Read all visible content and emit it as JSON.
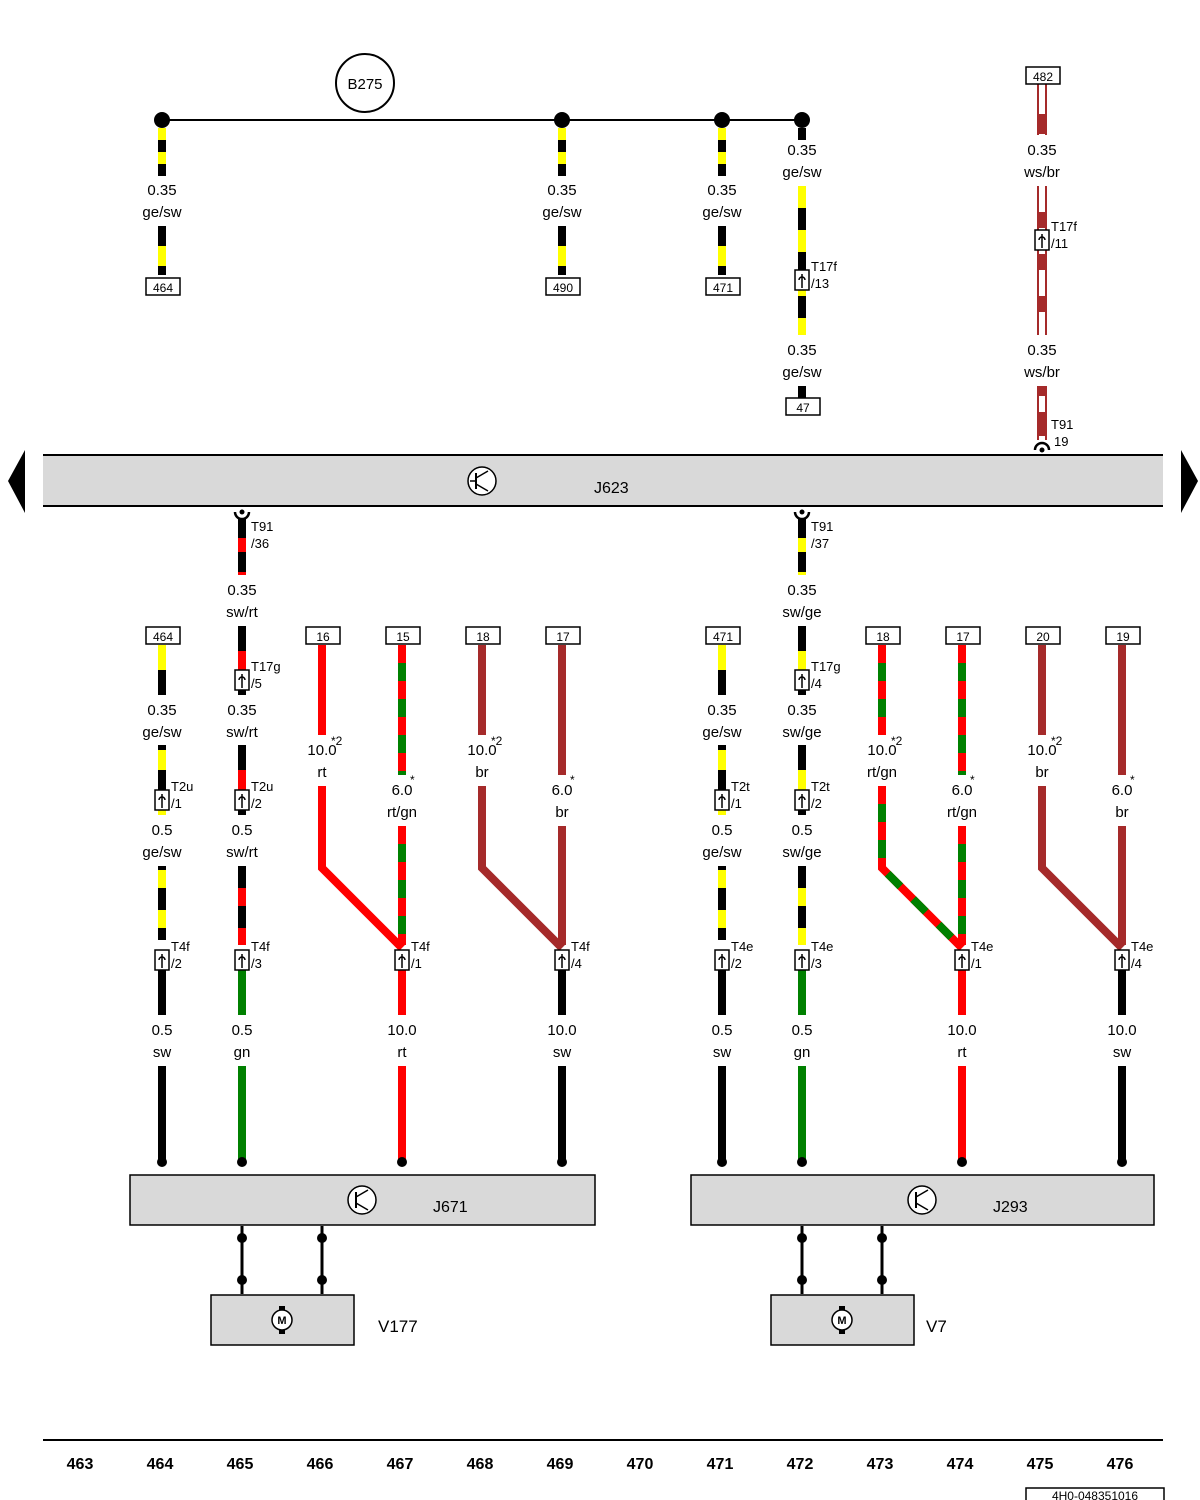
{
  "colors": {
    "ge": "#ffff00",
    "sw": "#000000",
    "rt": "#ff0000",
    "gn": "#008000",
    "br": "#a52a2a",
    "ws": "#ffffff",
    "module_fill": "#d9d9d9"
  },
  "icons": {
    "control_unit": "transistor-symbol-icon",
    "motor": "motor-icon",
    "connector": "connector-pin-icon",
    "page_nav": "page-arrow-icon"
  },
  "bus_label": "B275",
  "modules": {
    "j623": "J623",
    "j671": "J671",
    "j293": "J293",
    "v177": "V177",
    "v7": "V7"
  },
  "ref_boxes": [
    "464",
    "490",
    "471",
    "47",
    "482",
    "464",
    "16",
    "15",
    "18",
    "17",
    "471",
    "18",
    "17",
    "20",
    "19"
  ],
  "wire_labels": [
    [
      "0.35",
      "ge/sw"
    ],
    [
      "0.35",
      "ge/sw"
    ],
    [
      "0.35",
      "ge/sw"
    ],
    [
      "0.35",
      "ge/sw"
    ],
    [
      "0.35",
      "ge/sw"
    ],
    [
      "0.35",
      "ws/br"
    ],
    [
      "0.35",
      "ws/br"
    ],
    [
      "0.35",
      "sw/rt"
    ],
    [
      "0.35",
      "sw/ge"
    ],
    [
      "0.35",
      "ge/sw"
    ],
    [
      "0.35",
      "sw/rt"
    ],
    [
      "10.0",
      "rt"
    ],
    [
      "6.0",
      "rt/gn"
    ],
    [
      "10.0",
      "br"
    ],
    [
      "6.0",
      "br"
    ],
    [
      "0.35",
      "ge/sw"
    ],
    [
      "0.35",
      "sw/ge"
    ],
    [
      "10.0",
      "rt/gn"
    ],
    [
      "6.0",
      "rt/gn"
    ],
    [
      "10.0",
      "br"
    ],
    [
      "6.0",
      "br"
    ],
    [
      "0.5",
      "ge/sw"
    ],
    [
      "0.5",
      "sw/rt"
    ],
    [
      "0.5",
      "ge/sw"
    ],
    [
      "0.5",
      "sw/ge"
    ],
    [
      "0.5",
      "sw"
    ],
    [
      "0.5",
      "gn"
    ],
    [
      "10.0",
      "rt"
    ],
    [
      "10.0",
      "sw"
    ],
    [
      "0.5",
      "sw"
    ],
    [
      "0.5",
      "gn"
    ],
    [
      "10.0",
      "rt"
    ],
    [
      "10.0",
      "sw"
    ]
  ],
  "connectors": [
    [
      "T17f",
      "/13"
    ],
    [
      "T17f",
      "/11"
    ],
    [
      "T91",
      "19"
    ],
    [
      "T91",
      "/36"
    ],
    [
      "T91",
      "/37"
    ],
    [
      "T17g",
      "/5"
    ],
    [
      "T17g",
      "/4"
    ],
    [
      "T2u",
      "/1"
    ],
    [
      "T2u",
      "/2"
    ],
    [
      "T2t",
      "/1"
    ],
    [
      "T2t",
      "/2"
    ],
    [
      "T4f",
      "/2"
    ],
    [
      "T4f",
      "/3"
    ],
    [
      "T4f",
      "/1"
    ],
    [
      "T4f",
      "/4"
    ],
    [
      "T4e",
      "/2"
    ],
    [
      "T4e",
      "/3"
    ],
    [
      "T4e",
      "/1"
    ],
    [
      "T4e",
      "/4"
    ]
  ],
  "footnote_marks": [
    "*2",
    "*",
    "*2",
    "*",
    "*2",
    "*",
    "*2",
    "*"
  ],
  "columns": [
    "463",
    "464",
    "465",
    "466",
    "467",
    "468",
    "469",
    "470",
    "471",
    "472",
    "473",
    "474",
    "475",
    "476"
  ],
  "doc_number": "4H0-048351016"
}
